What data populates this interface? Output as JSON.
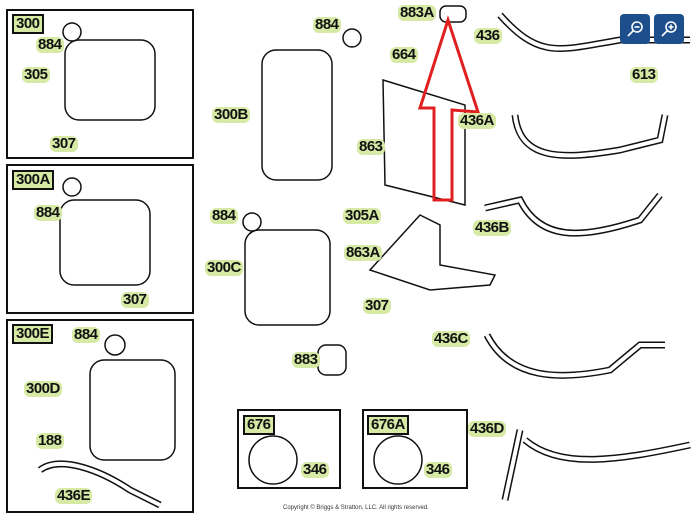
{
  "diagram": {
    "labels": {
      "l300": "300",
      "l884a": "884",
      "l305": "305",
      "l307a": "307",
      "l300A": "300A",
      "l884b": "884",
      "l307b": "307",
      "l300E": "300E",
      "l884c": "884",
      "l300D": "300D",
      "l188": "188",
      "l436E": "436E",
      "l884d": "884",
      "l883A": "883A",
      "l664": "664",
      "l300B": "300B",
      "l863": "863",
      "l436": "436",
      "l613": "613",
      "l436A": "436A",
      "l436B": "436B",
      "l884e": "884",
      "l305A": "305A",
      "l863A": "863A",
      "l300C": "300C",
      "l307c": "307",
      "l883": "883",
      "l436C": "436C",
      "l436D": "436D",
      "l676": "676",
      "l346a": "346",
      "l676A": "676A",
      "l346b": "346"
    },
    "copyright": "Copyright © Briggs & Stratton, LLC. All rights reserved.",
    "arrow_color": "#e02020"
  },
  "controls": {
    "zoom_out": "zoom-out",
    "zoom_in": "zoom-in",
    "button_color": "#1d4f8c"
  }
}
